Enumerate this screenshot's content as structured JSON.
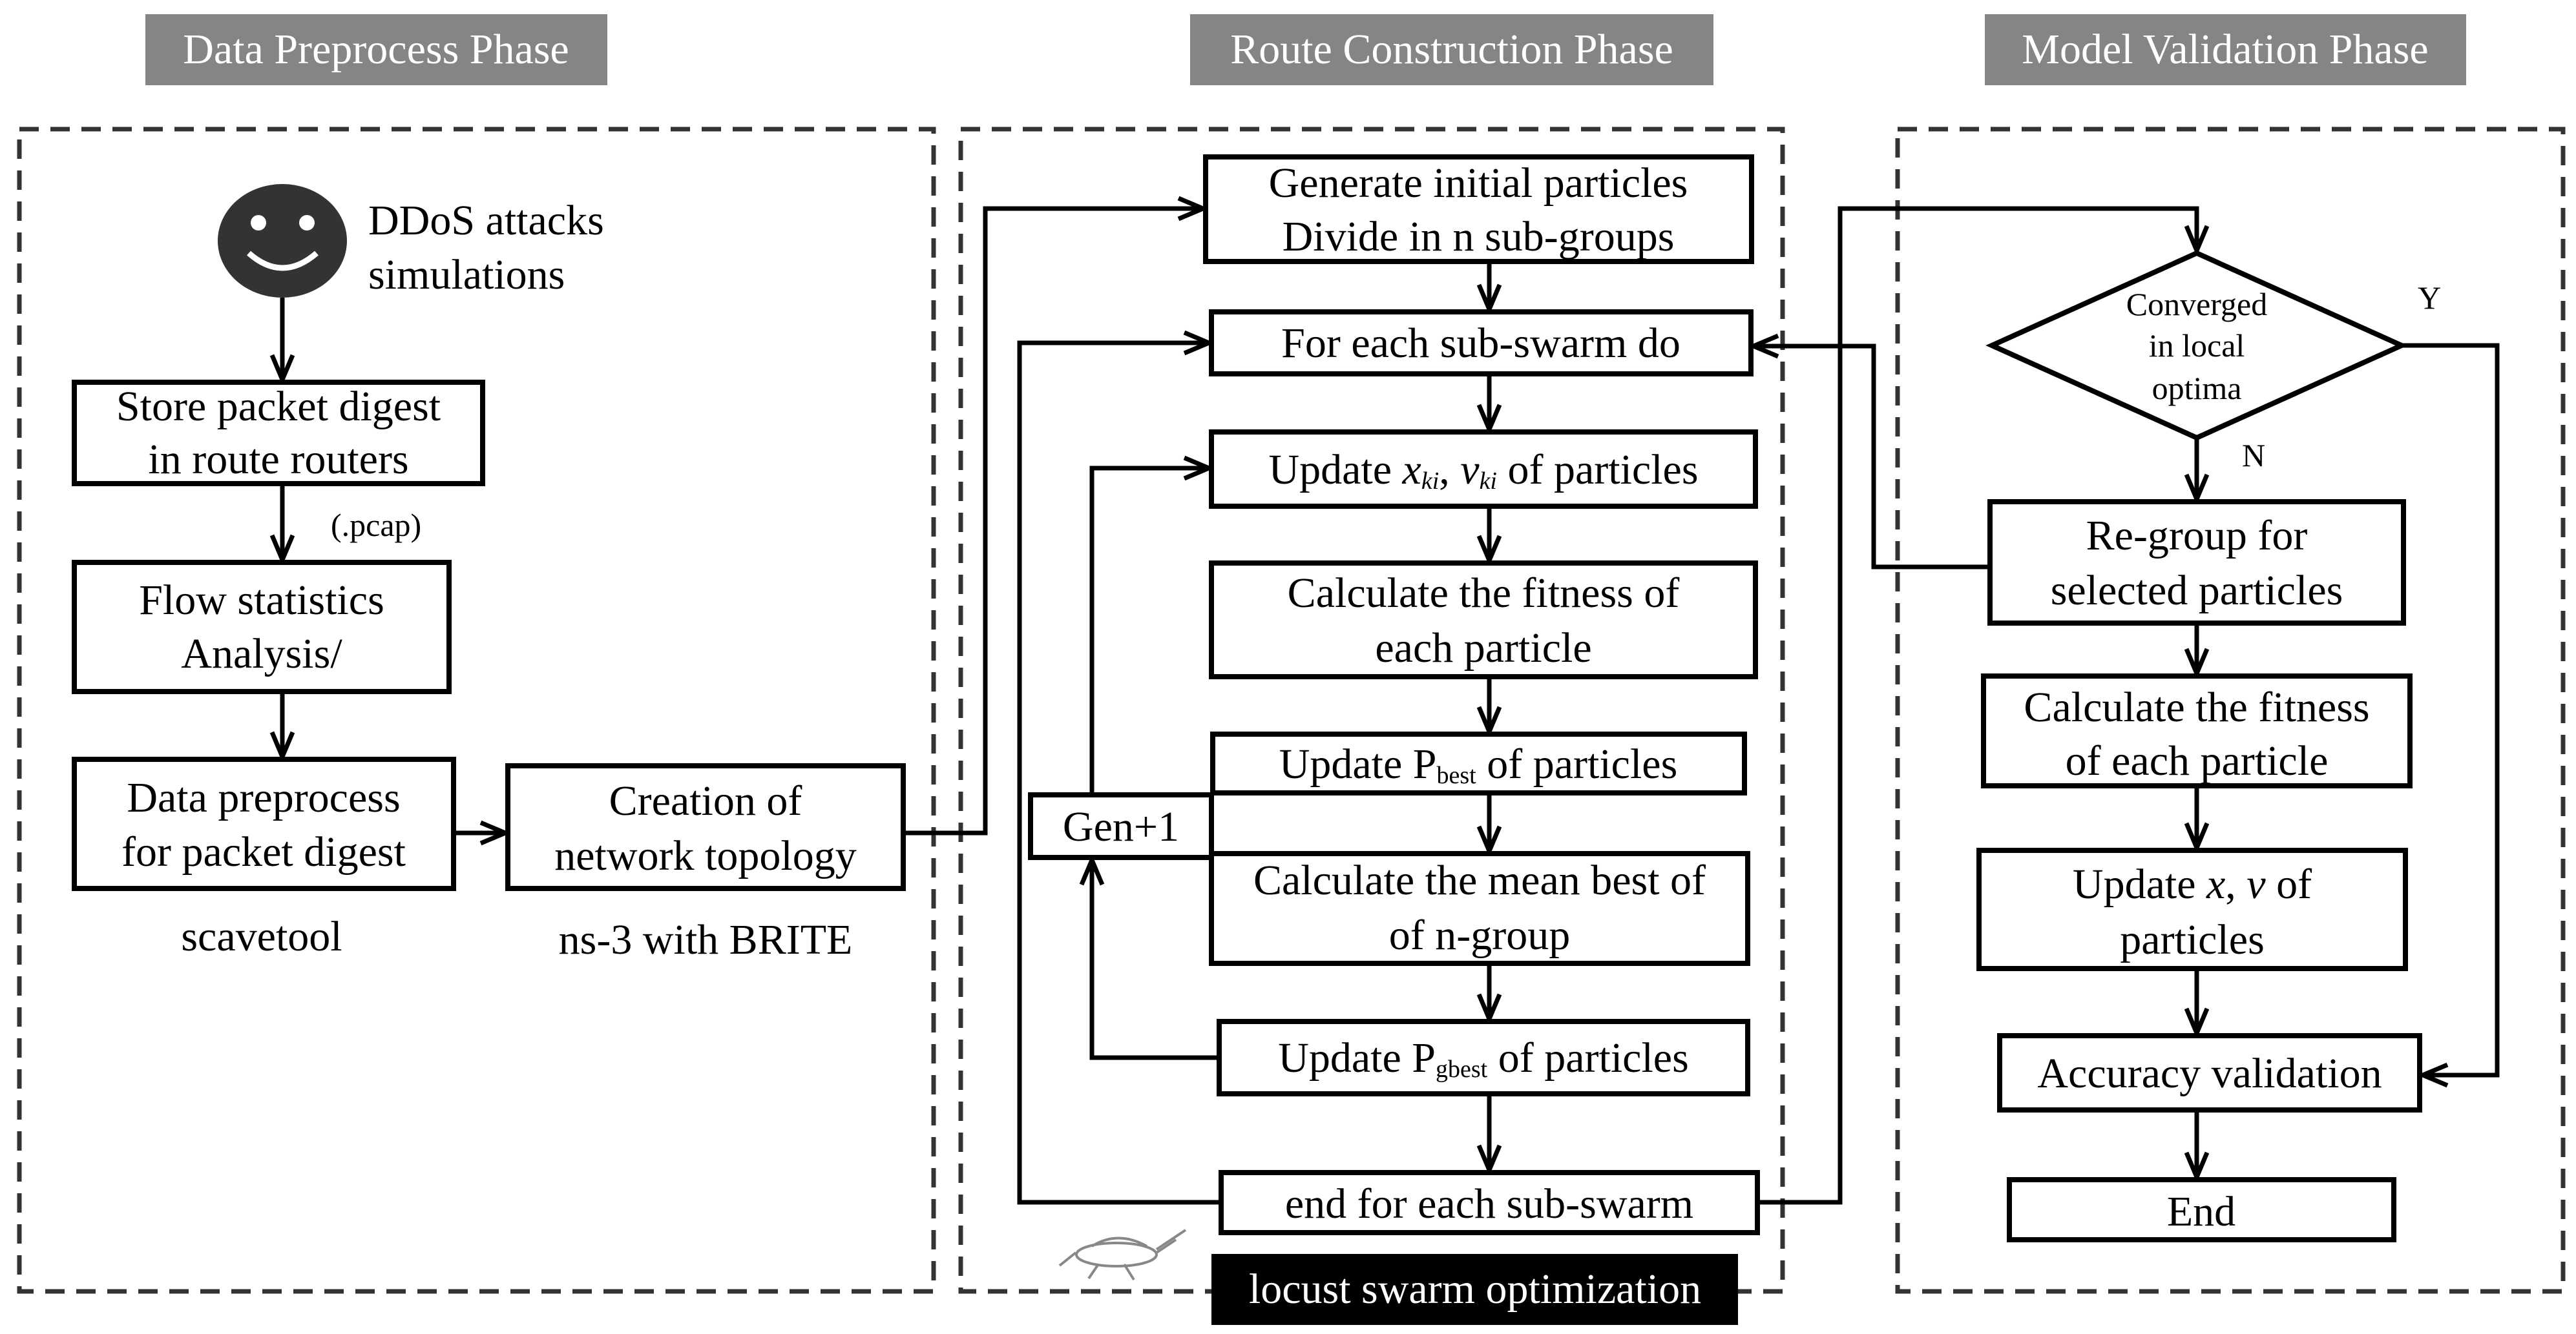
{
  "phases": {
    "preprocess": "Data Preprocess Phase",
    "route": "Route Construction Phase",
    "validation": "Model Validation  Phase"
  },
  "preprocess": {
    "attacker_label_1": "DDoS  attacks",
    "attacker_label_2": "simulations",
    "store_1": "Store packet digest",
    "store_2": "in route routers",
    "pcap_label": "(.pcap)",
    "flow_1": "Flow statistics",
    "flow_2": "Analysis/",
    "data_1": "Data preprocess",
    "data_2": "for packet digest",
    "scavetool": "scavetool",
    "creation_1": "Creation of",
    "creation_2": "network topology",
    "ns3": "ns-3 with BRITE"
  },
  "route": {
    "gen_1": "Generate initial particles",
    "gen_2": "Divide in n sub-groups",
    "foreach": "For each sub-swarm  do",
    "update_xv_pre": "Update ",
    "update_xv_x": "x",
    "update_xv_xsub": "ki",
    "update_xv_sep": ", ",
    "update_xv_v": "v",
    "update_xv_vsub": "ki",
    "update_xv_post": " of particles",
    "fitness_1": "Calculate the fitness of",
    "fitness_2": "each particle",
    "pbest_pre": "Update P",
    "pbest_sub": "best",
    "pbest_post": " of particles",
    "gen_plus": "Gen+1",
    "mean_1": "Calculate the mean best of",
    "mean_2": "of n-group",
    "pgbest_pre": "Update P",
    "pgbest_sub": "gbest",
    "pgbest_post": " of particles",
    "end_foreach": "end for each sub-swarm",
    "lso_label": "locust swarm optimization",
    "locust_icon": "locust-icon"
  },
  "validation": {
    "converged_1": "Converged",
    "converged_2": "in local",
    "converged_3": "optima",
    "yes": "Y",
    "no": "N",
    "regroup_1": "Re-group for",
    "regroup_2": "selected particles",
    "fitness_1": "Calculate the fitness",
    "fitness_2": "of each particle",
    "update_pre": "Update ",
    "update_x": "x",
    "update_sep": ", ",
    "update_v": "v",
    "update_post": " of",
    "update_2": "particles",
    "accuracy": "Accuracy  validation",
    "end": "End"
  },
  "colors": {
    "header_bg": "#858585",
    "lso_bg": "#000000",
    "attacker_face": "#333333"
  }
}
